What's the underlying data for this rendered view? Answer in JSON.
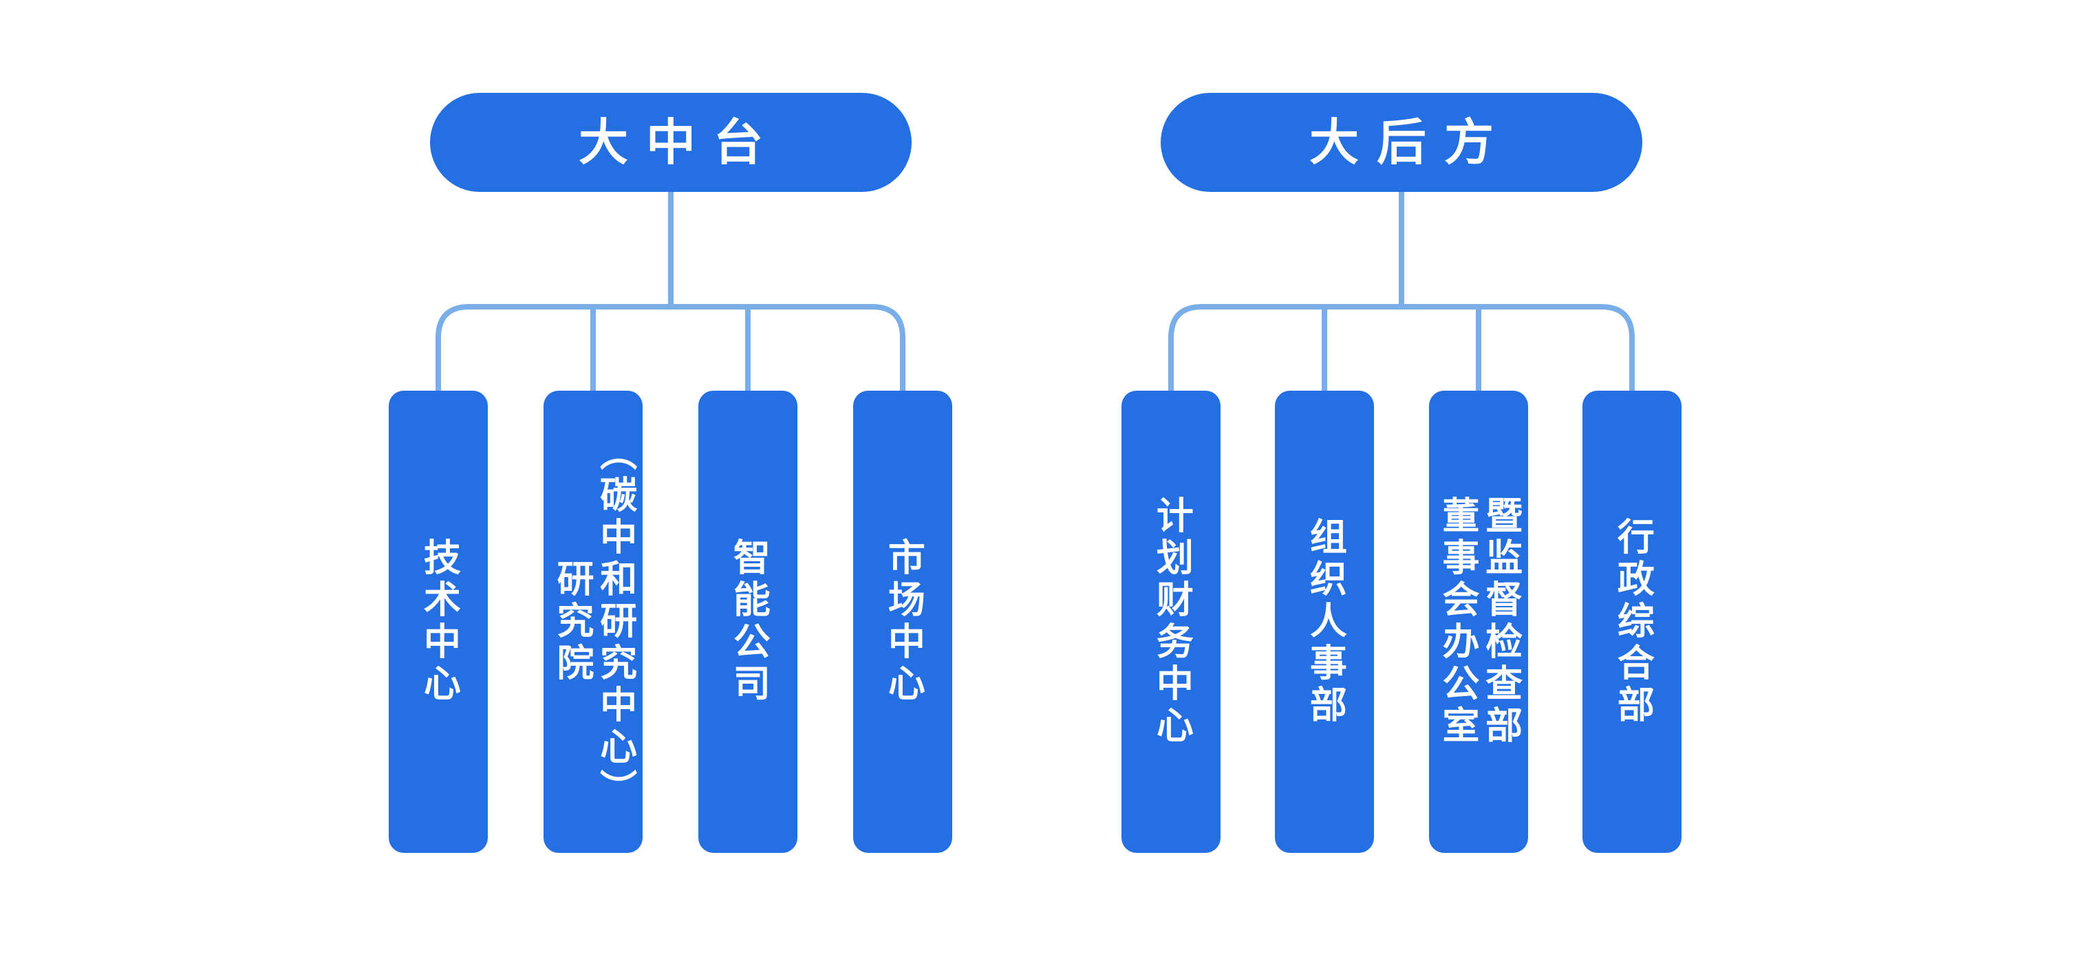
{
  "colors": {
    "node_fill": "#2470E2",
    "connector": "#79AEE8",
    "node_text": "#FFFFFF",
    "background": "#FFFFFF"
  },
  "diagram": {
    "type": "org-chart",
    "trees": [
      {
        "root": {
          "label": "大中台"
        },
        "children": [
          {
            "label": "技术中心"
          },
          {
            "label": "研究院\n（碳中和研究中心）"
          },
          {
            "label": "智能公司"
          },
          {
            "label": "市场中心"
          }
        ]
      },
      {
        "root": {
          "label": "大后方"
        },
        "children": [
          {
            "label": "计划财务中心"
          },
          {
            "label": "组织人事部"
          },
          {
            "label": "董事会办公室\n暨监督检查部"
          },
          {
            "label": "行政综合部"
          }
        ]
      }
    ]
  }
}
